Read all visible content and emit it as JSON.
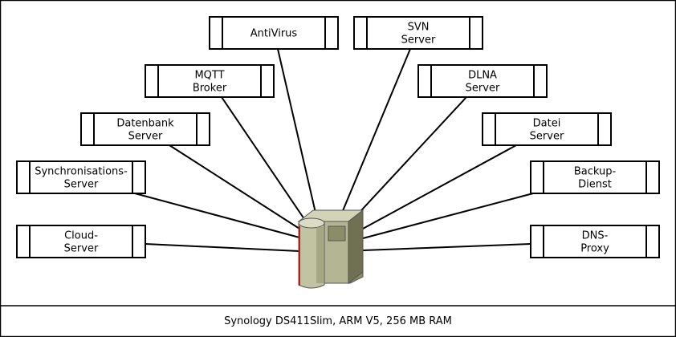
{
  "caption": "Synology DS411Slim, ARM V5, 256 MB RAM",
  "server_icon": "nas-server-icon",
  "colors": {
    "line": "#000000",
    "box_fill": "#ffffff",
    "server_light": "#c9c9ad",
    "server_mid": "#a9ab86",
    "server_dark": "#7b7d5c",
    "server_accent": "#b81d1d"
  },
  "services": [
    {
      "id": "antivirus",
      "lines": [
        "AntiVirus"
      ]
    },
    {
      "id": "svn",
      "lines": [
        "SVN",
        "Server"
      ]
    },
    {
      "id": "mqtt",
      "lines": [
        "MQTT",
        "Broker"
      ]
    },
    {
      "id": "dlna",
      "lines": [
        "DLNA",
        "Server"
      ]
    },
    {
      "id": "datenbank",
      "lines": [
        "Datenbank",
        "Server"
      ]
    },
    {
      "id": "datei",
      "lines": [
        "Datei",
        "Server"
      ]
    },
    {
      "id": "sync",
      "lines": [
        "Synchronisations-",
        "Server"
      ]
    },
    {
      "id": "backup",
      "lines": [
        "Backup-",
        "Dienst"
      ]
    },
    {
      "id": "cloud",
      "lines": [
        "Cloud-",
        "Server"
      ]
    },
    {
      "id": "dns",
      "lines": [
        "DNS-",
        "Proxy"
      ]
    }
  ]
}
